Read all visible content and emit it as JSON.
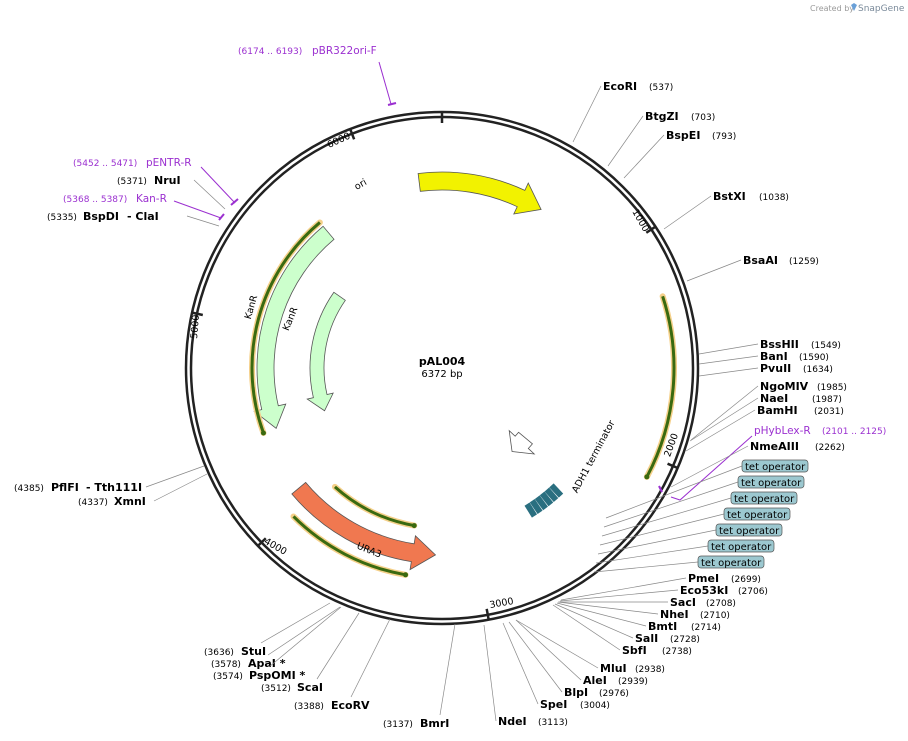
{
  "header": {
    "credit_prefix": "Created by",
    "credit_brand": "SnapGene"
  },
  "plasmid": {
    "name": "pAL004",
    "size_label": "6372 bp",
    "length": 6372
  },
  "ticks": [
    "1000",
    "2000",
    "3000",
    "4000",
    "5000",
    "6000"
  ],
  "features": {
    "ori": "ori",
    "kanr_1": "KanR",
    "kanr_2": "KanR",
    "ura3": "URA3",
    "adh1": "ADH1 terminator",
    "tet": "tet operator"
  },
  "primers": {
    "pbr322": {
      "name": "pBR322ori-F",
      "range": "(6174 .. 6193)"
    },
    "pentr": {
      "name": "pENTR-R",
      "range": "(5452 .. 5471)"
    },
    "kan": {
      "name": "Kan-R",
      "range": "(5368 .. 5387)"
    },
    "phyblex": {
      "name": "pHybLex-R",
      "range": "(2101 .. 2125)"
    }
  },
  "sites_right": [
    {
      "name": "EcoRI",
      "pos": "(537)"
    },
    {
      "name": "BtgZI",
      "pos": "(703)"
    },
    {
      "name": "BspEI",
      "pos": "(793)"
    },
    {
      "name": "BstXI",
      "pos": "(1038)"
    },
    {
      "name": "BsaAI",
      "pos": "(1259)"
    },
    {
      "name": "BssHII",
      "pos": "(1549)"
    },
    {
      "name": "BanI",
      "pos": "(1590)"
    },
    {
      "name": "PvuII",
      "pos": "(1634)"
    },
    {
      "name": "NgoMIV",
      "pos": "(1985)"
    },
    {
      "name": "NaeI",
      "pos": "(1987)"
    },
    {
      "name": "BamHI",
      "pos": "(2031)"
    },
    {
      "name": "NmeAIII",
      "pos": "(2262)"
    },
    {
      "name": "PmeI",
      "pos": "(2699)"
    },
    {
      "name": "Eco53kI",
      "pos": "(2706)"
    },
    {
      "name": "SacI",
      "pos": "(2708)"
    },
    {
      "name": "NheI",
      "pos": "(2710)"
    },
    {
      "name": "BmtI",
      "pos": "(2714)"
    },
    {
      "name": "SalI",
      "pos": "(2728)"
    },
    {
      "name": "SbfI",
      "pos": "(2738)"
    },
    {
      "name": "MluI",
      "pos": "(2938)"
    },
    {
      "name": "AleI",
      "pos": "(2939)"
    },
    {
      "name": "BlpI",
      "pos": "(2976)"
    },
    {
      "name": "SpeI",
      "pos": "(3004)"
    },
    {
      "name": "NdeI",
      "pos": "(3113)"
    }
  ],
  "sites_left": [
    {
      "name": "NruI",
      "pos": "(5371)"
    },
    {
      "name": "BspDI",
      "pos": "(5335)",
      "alt": "- ClaI"
    },
    {
      "name": "PflFI",
      "pos": "(4385)",
      "alt": "- Tth111I"
    },
    {
      "name": "XmnI",
      "pos": "(4337)"
    },
    {
      "name": "StuI",
      "pos": "(3636)"
    },
    {
      "name": "ApaI *",
      "pos": "(3578)"
    },
    {
      "name": "PspOMI *",
      "pos": "(3574)"
    },
    {
      "name": "ScaI",
      "pos": "(3512)"
    },
    {
      "name": "EcoRV",
      "pos": "(3388)"
    },
    {
      "name": "BmrI",
      "pos": "(3137)"
    }
  ],
  "colors": {
    "ori": "#f2f200",
    "kanr": "#ccffcc",
    "ura3": "#f07850",
    "tet": "#9cc8d0",
    "primer": "#9b30d0",
    "orf_fill": "#6aaa30",
    "orf_glow": "#f5d08a"
  }
}
